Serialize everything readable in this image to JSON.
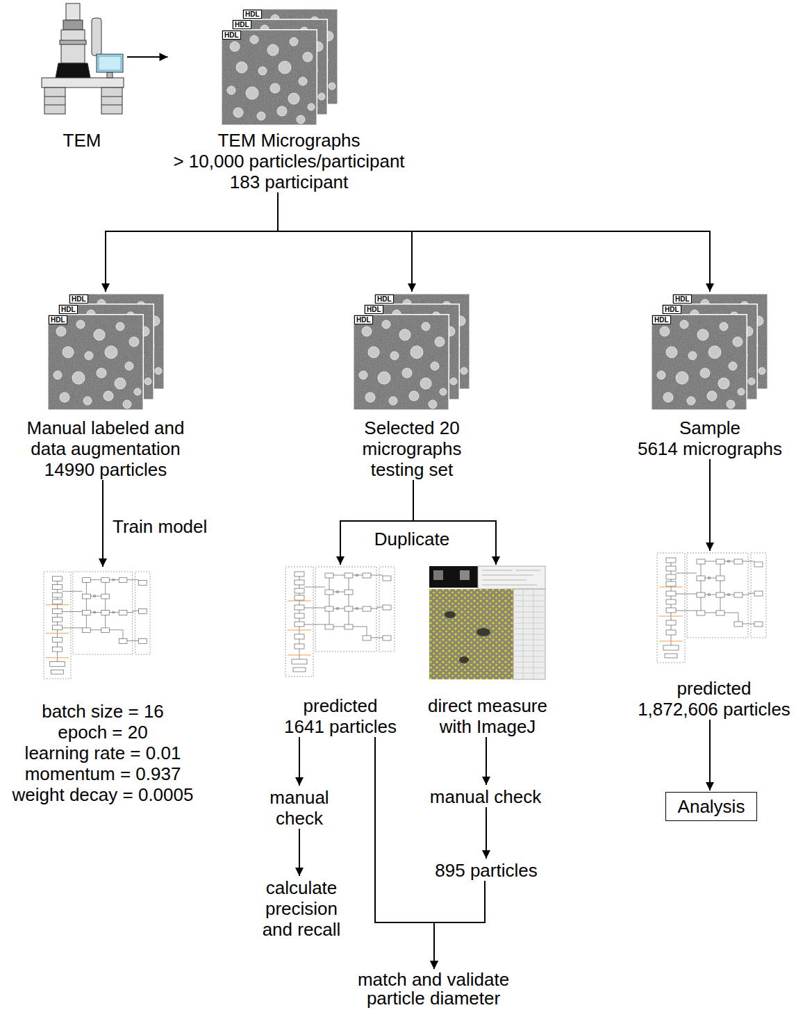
{
  "diagram": {
    "nodes": [
      {
        "text": [
          "TEM"
        ]
      },
      {
        "text": [
          "TEM Micrographs",
          "> 10,000 particles/participant",
          "183 participant"
        ]
      },
      {
        "text": [
          "Manual labeled and data augmentation",
          "14990 particles"
        ]
      },
      {
        "text": [
          "Selected 20 micrographs testing set"
        ]
      },
      {
        "text": [
          "Sample",
          "5614 micrographs"
        ]
      },
      {
        "text": [
          "batch size = 16",
          "epoch = 20",
          "learning rate = 0.01",
          "momentum = 0.937",
          "weight decay = 0.0005"
        ]
      },
      {
        "text": [
          "predicted 1641 particles"
        ]
      },
      {
        "text": [
          "direct measure with ImageJ"
        ]
      },
      {
        "text": [
          "manual check"
        ]
      },
      {
        "text": [
          "calculate precision and recall"
        ]
      },
      {
        "text": [
          "manual check"
        ]
      },
      {
        "text": [
          "895 particles"
        ]
      },
      {
        "text": [
          "match and validate particle diameter"
        ]
      },
      {
        "text": [
          "predicted 1,872,606 particles"
        ]
      },
      {
        "text": [
          "Analysis"
        ]
      }
    ],
    "edges": [
      {
        "from": 0,
        "to": 1,
        "arrow": "to"
      },
      {
        "from": 1,
        "to": 2,
        "arrow": "to"
      },
      {
        "from": 1,
        "to": 3,
        "arrow": "to"
      },
      {
        "from": 1,
        "to": 4,
        "arrow": "to"
      },
      {
        "from": 2,
        "to": 5,
        "label": "Train model",
        "arrow": "to"
      },
      {
        "from": 3,
        "to": 6,
        "label": "Duplicate",
        "arrow": "to"
      },
      {
        "from": 3,
        "to": 7,
        "arrow": "to"
      },
      {
        "from": 4,
        "to": 13,
        "arrow": "to"
      },
      {
        "from": 6,
        "to": 8,
        "arrow": "to"
      },
      {
        "from": 8,
        "to": 9,
        "arrow": "to"
      },
      {
        "from": 7,
        "to": 10,
        "arrow": "to"
      },
      {
        "from": 10,
        "to": 11,
        "arrow": "to"
      },
      {
        "from": 6,
        "to": 12,
        "arrow": "to"
      },
      {
        "from": 11,
        "to": 12,
        "arrow": "to"
      },
      {
        "from": 13,
        "to": 14,
        "arrow": "to"
      }
    ],
    "labels": [
      "HDL",
      "HDL",
      "HDL",
      "HDL",
      "HDL",
      "HDL",
      "HDL",
      "HDL",
      "HDL",
      "HDL",
      "HDL",
      "HDL"
    ]
  }
}
